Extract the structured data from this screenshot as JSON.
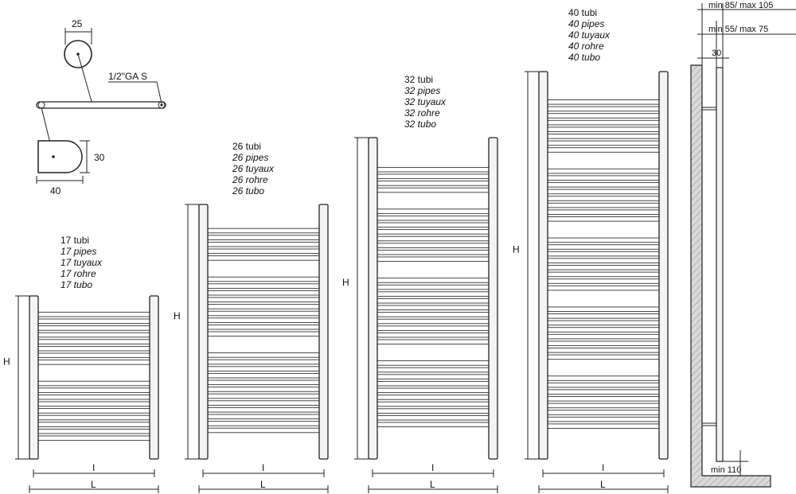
{
  "detail": {
    "diameter_label": "25",
    "thread_label": "1/2\"GA S",
    "section_height_label": "30",
    "section_width_label": "40"
  },
  "radiators": [
    {
      "id": "r17",
      "lines": [
        "17 tubi",
        "17 pipes",
        "17 tuyaux",
        "17 rohre",
        "17 tubo"
      ],
      "height_label": "H",
      "inner_width_label": "I",
      "width_label": "L",
      "tubes": 17
    },
    {
      "id": "r26",
      "lines": [
        "26 tubi",
        "26 pipes",
        "26 tuyaux",
        "26 rohre",
        "26 tubo"
      ],
      "height_label": "H",
      "inner_width_label": "I",
      "width_label": "L",
      "tubes": 26
    },
    {
      "id": "r32",
      "lines": [
        "32 tubi",
        "32 pipes",
        "32 tuyaux",
        "32 rohre",
        "32 tubo"
      ],
      "height_label": "H",
      "inner_width_label": "I",
      "width_label": "L",
      "tubes": 32
    },
    {
      "id": "r40",
      "lines": [
        "40 tubi",
        "40 pipes",
        "40 tuyaux",
        "40 rohre",
        "40 tubo"
      ],
      "height_label": "H",
      "inner_width_label": "I",
      "width_label": "L",
      "tubes": 40
    }
  ],
  "side_view": {
    "outer_distance_label": "min 85/ max 105",
    "inner_distance_label": "min 55/ max 75",
    "depth_label": "30",
    "floor_clearance_label": "min 110"
  }
}
